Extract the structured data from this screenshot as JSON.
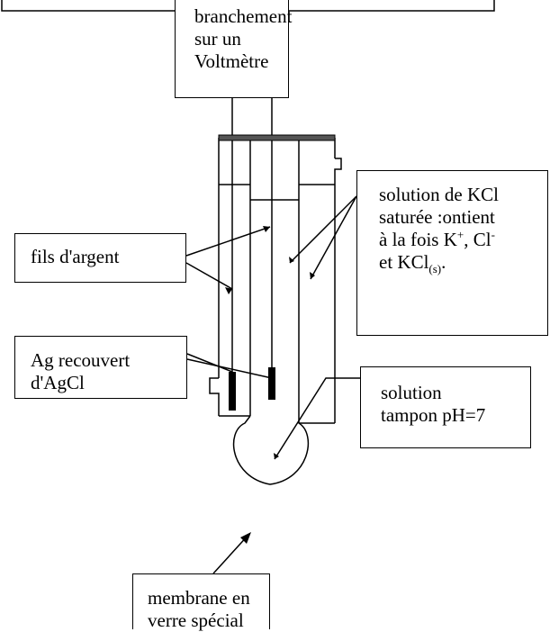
{
  "labels": {
    "voltmeter": [
      "branchement",
      "sur un",
      "Voltmètre"
    ],
    "silver_wires": "fils d'argent",
    "kcl_solution": {
      "line1": "solution de KCl",
      "line2": "saturée :ontient",
      "line3_pre": "à la fois K",
      "k_sup": "+",
      "line3_mid": ", Cl",
      "cl_sup": "-",
      "line4_pre": "et KCl",
      "kcl_sub": "(s)",
      "line4_post": "."
    },
    "ag_agcl": [
      "Ag recouvert",
      "d'AgCl"
    ],
    "buffer": [
      "solution",
      "tampon  pH=7"
    ],
    "membrane": [
      "membrane en",
      "verre spécial"
    ]
  },
  "colors": {
    "line": "#000000",
    "cap": "#555555",
    "background": "#ffffff"
  }
}
